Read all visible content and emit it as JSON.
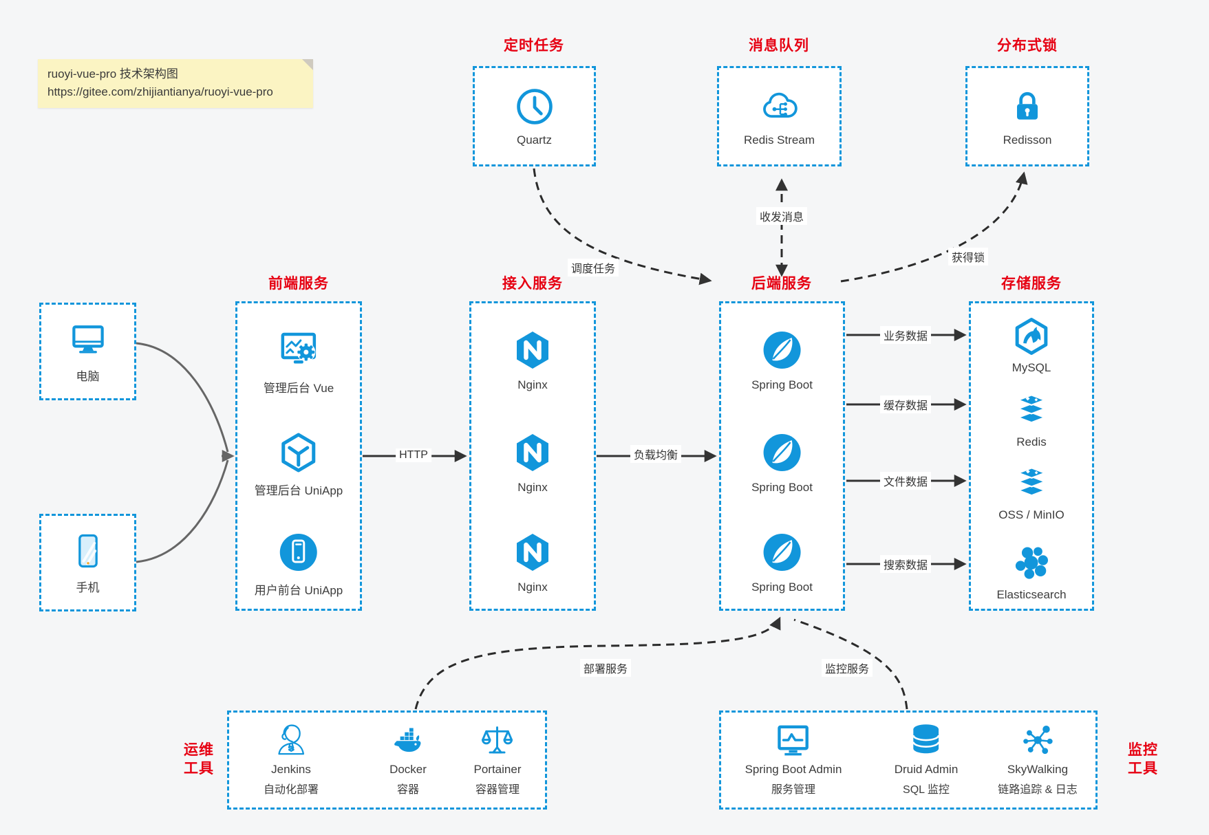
{
  "note": {
    "line1": "ruoyi-vue-pro 技术架构图",
    "line2": "https://gitee.com/zhijiantianya/ruoyi-vue-pro"
  },
  "top_services": [
    {
      "title": "定时任务",
      "label": "Quartz",
      "icon": "clock"
    },
    {
      "title": "消息队列",
      "label": "Redis Stream",
      "icon": "cloud-stream"
    },
    {
      "title": "分布式锁",
      "label": "Redisson",
      "icon": "lock"
    }
  ],
  "clients": [
    {
      "label": "电脑",
      "icon": "desktop"
    },
    {
      "label": "手机",
      "icon": "mobile"
    }
  ],
  "tiers": [
    {
      "title": "前端服务",
      "items": [
        {
          "label": "管理后台 Vue",
          "icon": "admin-vue"
        },
        {
          "label": "管理后台 UniApp",
          "icon": "uniapp-cube"
        },
        {
          "label": "用户前台 UniApp",
          "icon": "user-app"
        }
      ]
    },
    {
      "title": "接入服务",
      "items": [
        {
          "label": "Nginx",
          "icon": "nginx"
        },
        {
          "label": "Nginx",
          "icon": "nginx"
        },
        {
          "label": "Nginx",
          "icon": "nginx"
        }
      ]
    },
    {
      "title": "后端服务",
      "items": [
        {
          "label": "Spring Boot",
          "icon": "spring"
        },
        {
          "label": "Spring Boot",
          "icon": "spring"
        },
        {
          "label": "Spring Boot",
          "icon": "spring"
        }
      ]
    },
    {
      "title": "存储服务",
      "items": [
        {
          "label": "MySQL",
          "icon": "mysql"
        },
        {
          "label": "Redis",
          "icon": "stack"
        },
        {
          "label": "OSS / MinIO",
          "icon": "stack"
        },
        {
          "label": "Elasticsearch",
          "icon": "elastic"
        }
      ]
    }
  ],
  "bottom_groups": [
    {
      "side_label": [
        "运维",
        "工具"
      ],
      "items": [
        {
          "label": "Jenkins",
          "sublabel": "自动化部署",
          "icon": "jenkins"
        },
        {
          "label": "Docker",
          "sublabel": "容器",
          "icon": "docker"
        },
        {
          "label": "Portainer",
          "sublabel": "容器管理",
          "icon": "portainer"
        }
      ]
    },
    {
      "side_label": [
        "监控",
        "工具"
      ],
      "items": [
        {
          "label": "Spring Boot Admin",
          "sublabel": "服务管理",
          "icon": "monitor-pulse"
        },
        {
          "label": "Druid Admin",
          "sublabel": "SQL 监控",
          "icon": "database"
        },
        {
          "label": "SkyWalking",
          "sublabel": "链路追踪 & 日志",
          "icon": "molecule"
        }
      ]
    }
  ],
  "edges": {
    "http": "HTTP",
    "load_balance": "负载均衡",
    "business_data": "业务数据",
    "cache_data": "缓存数据",
    "file_data": "文件数据",
    "search_data": "搜索数据",
    "schedule_job": "调度任务",
    "send_receive_message": "收发消息",
    "acquire_lock": "获得锁",
    "deploy_service": "部署服务",
    "monitor_service": "监控服务"
  },
  "colors": {
    "accent": "#1296db",
    "title_red": "#e60012",
    "arrow": "#333333",
    "client_arrow": "#666666",
    "note_bg": "#fbf4c3",
    "canvas_bg": "#f5f6f7"
  }
}
